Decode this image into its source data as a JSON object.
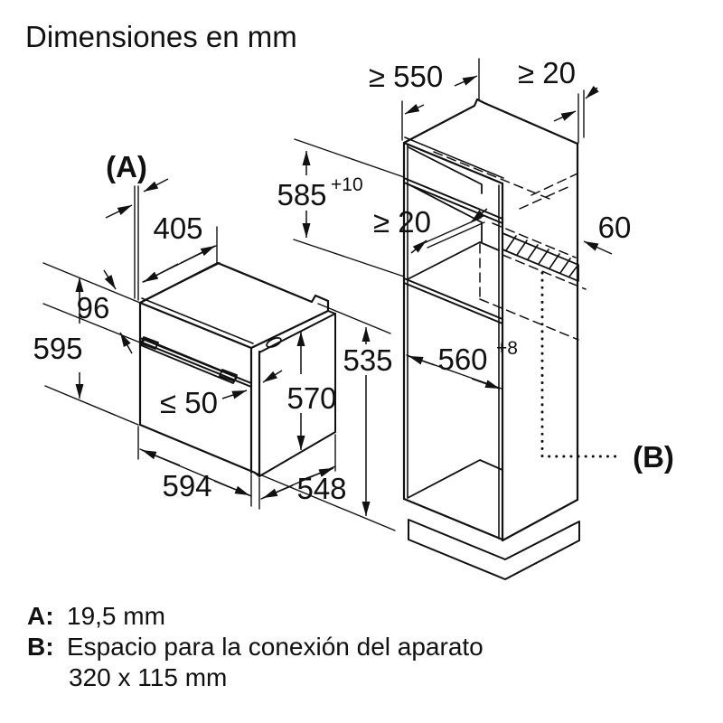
{
  "title": "Dimensiones en mm",
  "oven": {
    "label_a": "(A)",
    "dim_depth_top": "405",
    "dim_panel_height": "96",
    "dim_height": "595",
    "dim_door_thickness": "≤ 50",
    "dim_body_height": "570",
    "dim_back_height": "535",
    "dim_width": "594",
    "dim_depth": "548"
  },
  "cabinet": {
    "dim_depth": "≥ 550",
    "dim_gap_top": "≥ 20",
    "dim_niche_height": "585",
    "dim_niche_height_tol": "+10",
    "dim_gap_back": "≥ 20",
    "dim_vent": "60",
    "dim_niche_width": "560",
    "dim_niche_width_tol": "+8",
    "label_b": "(B)"
  },
  "legend": {
    "a_label": "A:",
    "a_value": "19,5 mm",
    "b_label": "B:",
    "b_value": "Espacio para la conexión del aparato",
    "b_value2": "320 x 115 mm"
  },
  "colors": {
    "line": "#111111",
    "background": "#ffffff"
  }
}
